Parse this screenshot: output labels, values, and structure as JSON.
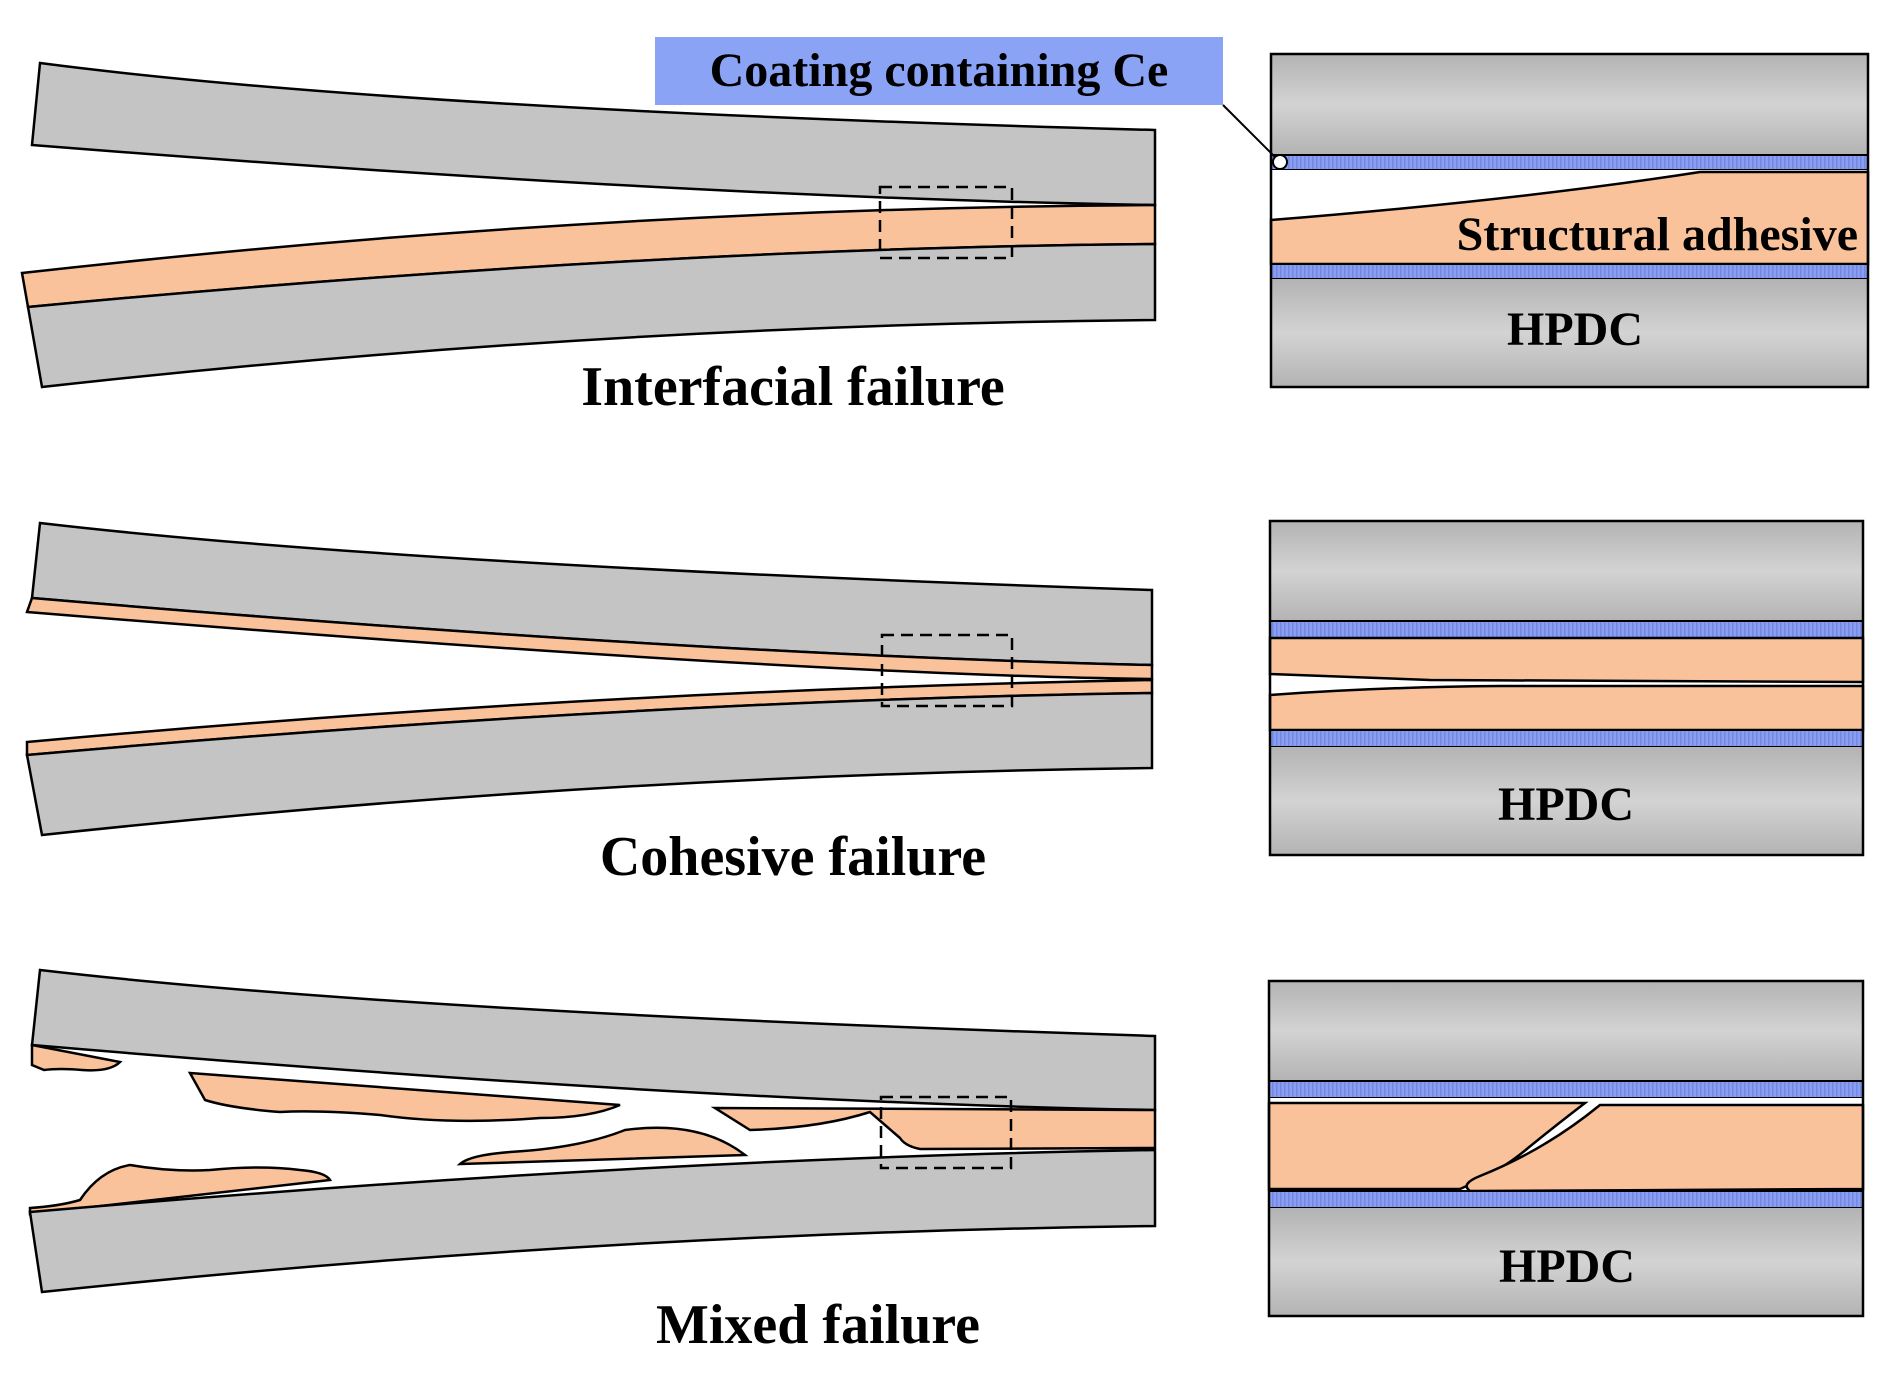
{
  "colors": {
    "substrate": "#c4c4c4",
    "substrate_dark": "#a9a9a9",
    "adhesive": "#f9c29a",
    "coating": "#8b9ef0",
    "callout_bg": "#8aa3f5",
    "outline": "#000000"
  },
  "callout": {
    "text": "Coating containing Ce"
  },
  "panels": [
    {
      "failure_label": "Interfacial failure",
      "adhesive_label": "Structural adhesive",
      "substrate_label": "HPDC"
    },
    {
      "failure_label": "Cohesive failure",
      "substrate_label": "HPDC"
    },
    {
      "failure_label": "Mixed failure",
      "substrate_label": "HPDC"
    }
  ]
}
